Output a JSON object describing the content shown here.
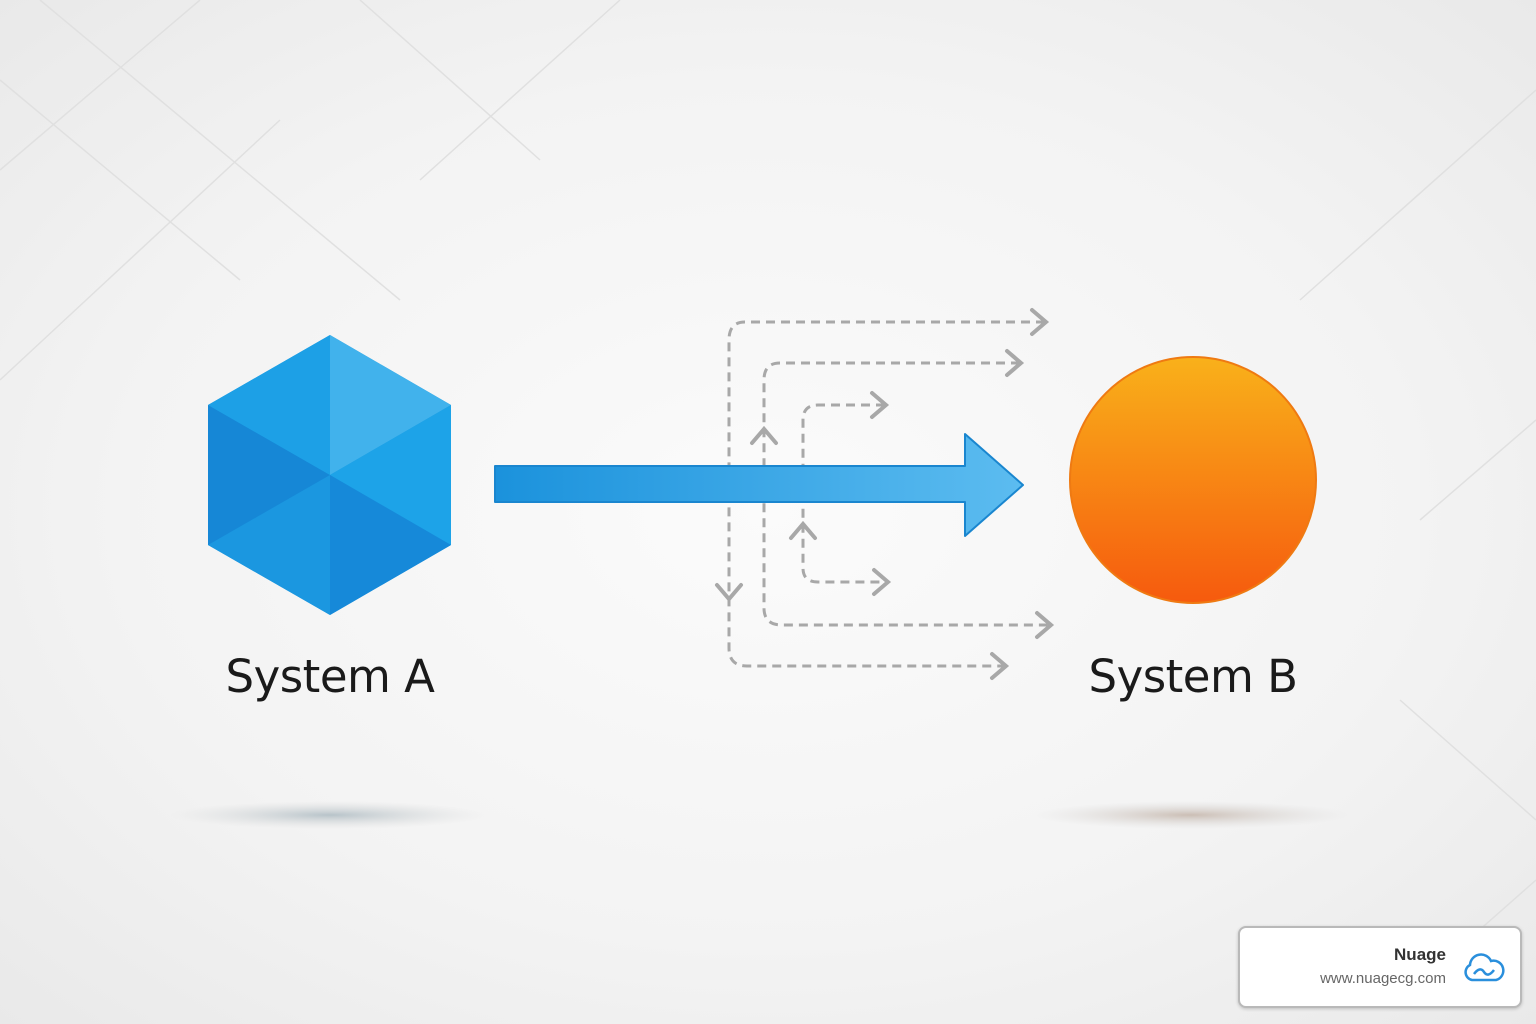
{
  "diagram": {
    "source": {
      "label": "System A",
      "shape": "hexagon",
      "color": "#1a9be3"
    },
    "target": {
      "label": "System B",
      "shape": "circle",
      "color": "#f7831e"
    },
    "main_arrow_color": "#2ea3e6",
    "side_path_color": "#a8a8a8"
  },
  "watermark": {
    "name": "Nuage",
    "url": "www.nuagecg.com",
    "icon": "cloud-icon"
  }
}
